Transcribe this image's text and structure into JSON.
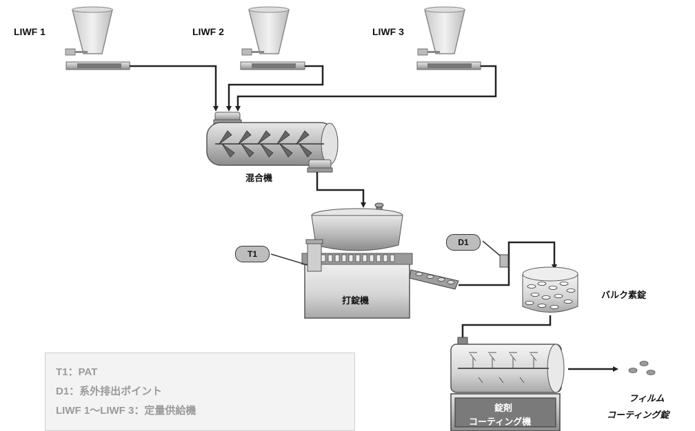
{
  "feeders": [
    {
      "label": "LIWF 1"
    },
    {
      "label": "LIWF 2"
    },
    {
      "label": "LIWF 3"
    }
  ],
  "equipment": {
    "mixer": "混合機",
    "tablet_press": "打錠機",
    "bulk_tablets": "バルク素錠",
    "coater_line1": "錠剤",
    "coater_line2": "コーティング機",
    "film_line1": "フィルム",
    "film_line2": "コーティング錠"
  },
  "tags": {
    "t1": "T1",
    "d1": "D1"
  },
  "legend": [
    "T1：PAT",
    "D1：系外排出ポイント",
    "LIWF 1〜LIWF 3：定量供給機"
  ],
  "colors": {
    "line": "#222222",
    "equipment_fill": "#c8c8c8",
    "legend_text": "#9a9a9a"
  }
}
